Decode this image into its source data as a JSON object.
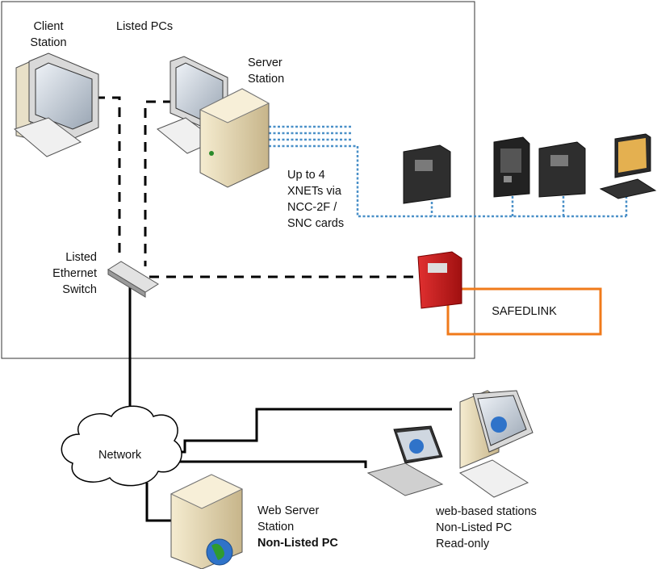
{
  "labels": {
    "client_station": [
      "Client",
      "Station"
    ],
    "listed_pcs": "Listed PCs",
    "server_station": [
      "Server",
      "Station"
    ],
    "xnets": [
      "Up to 4",
      "XNETs via",
      "NCC-2F /",
      "SNC cards"
    ],
    "ethernet_switch": [
      "Listed",
      "Ethernet",
      "Switch"
    ],
    "safedlink": "SAFEDLINK",
    "network": "Network",
    "web_server": [
      "Web Server",
      "Station"
    ],
    "web_server_type": "Non-Listed PC",
    "web_stations": [
      "web-based stations",
      "Non-Listed PC",
      "Read-only"
    ]
  },
  "colors": {
    "xnet_line": "#4a90c8",
    "safedlink_border": "#f07a1a",
    "panel_red": "#cc1f1f",
    "frame": "#333333"
  }
}
